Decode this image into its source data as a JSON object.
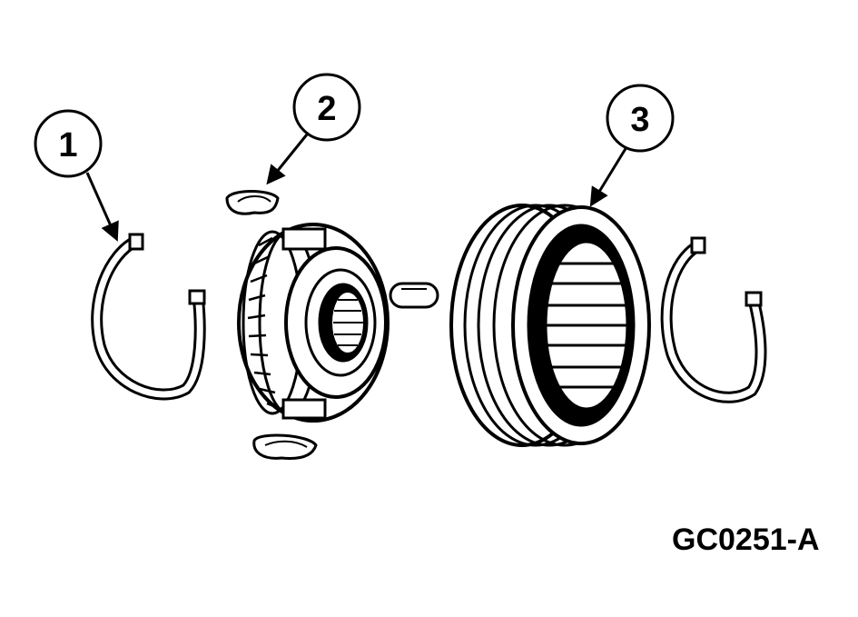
{
  "callouts": [
    {
      "number": "1"
    },
    {
      "number": "2"
    },
    {
      "number": "3"
    }
  ],
  "figure_id": "GC0251-A",
  "colors": {
    "ink": "#000000",
    "paper": "#ffffff"
  }
}
